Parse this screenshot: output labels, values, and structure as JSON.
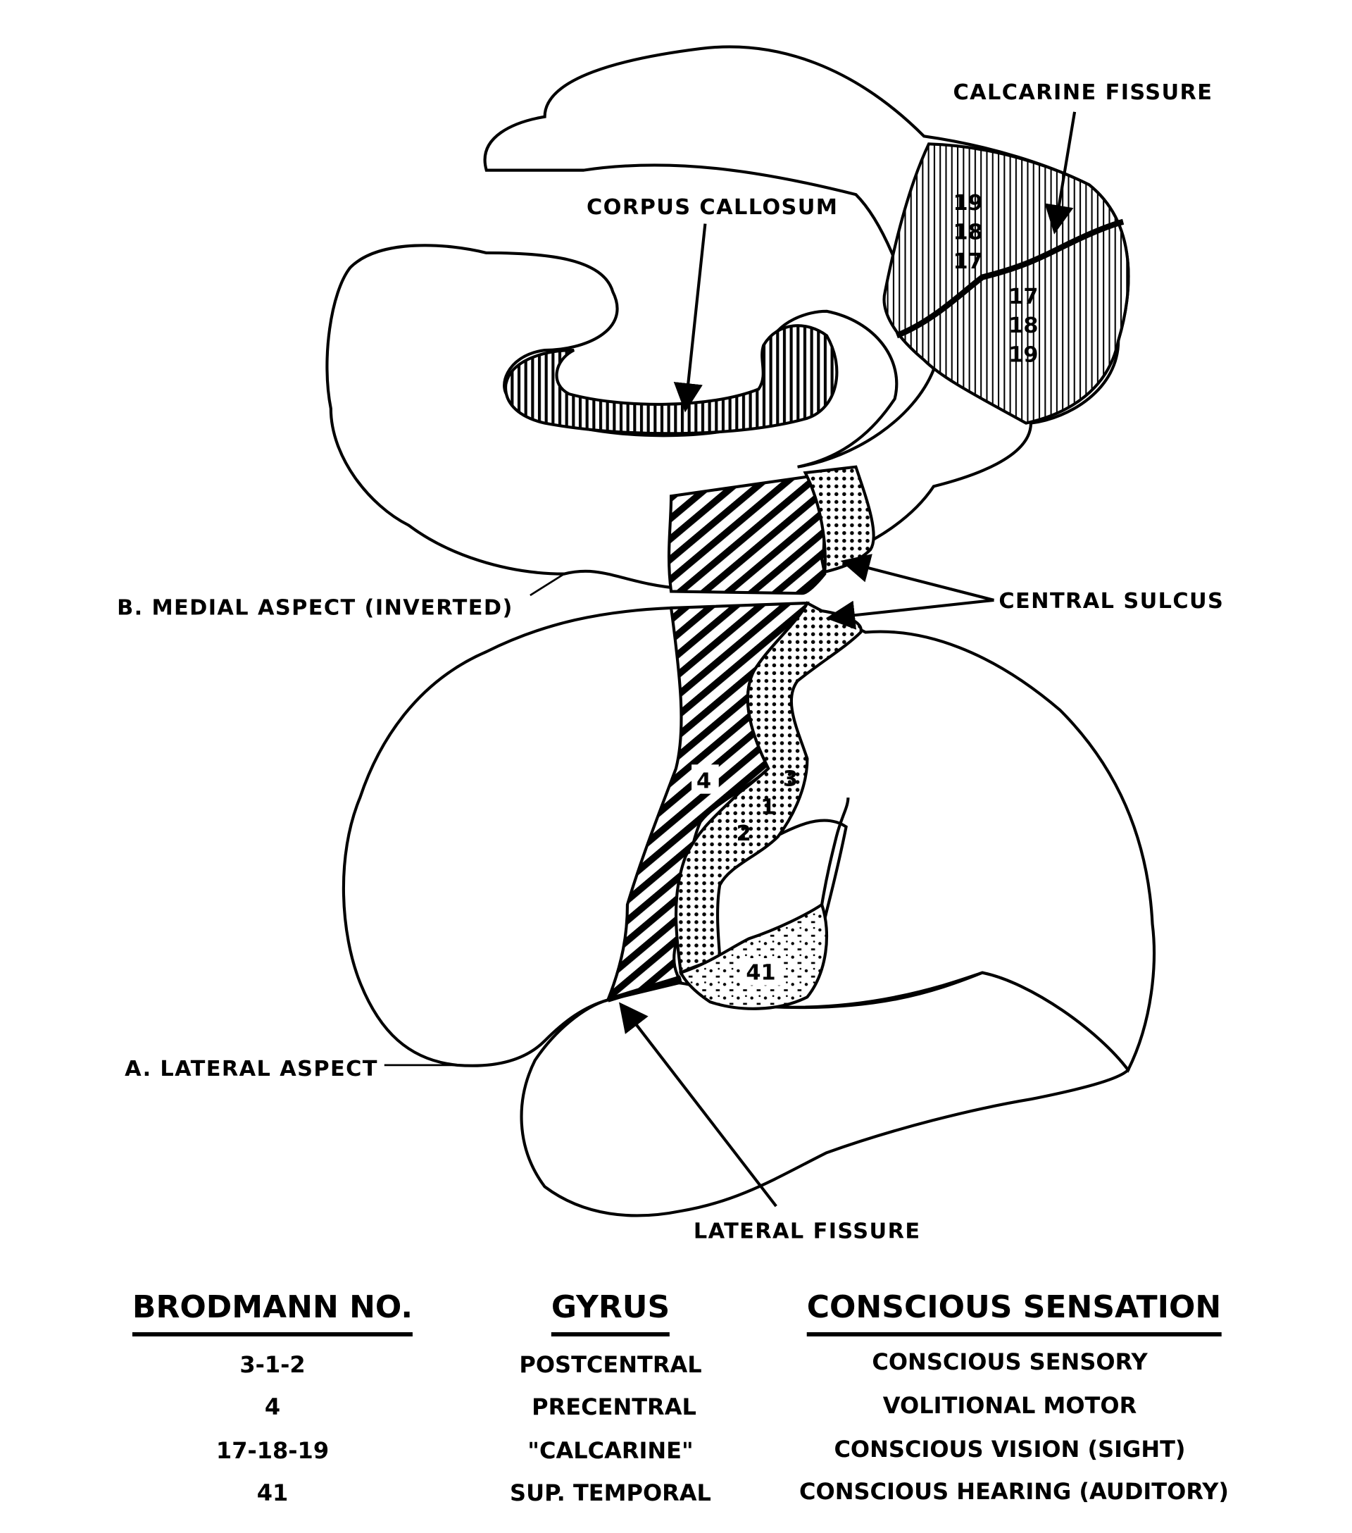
{
  "labels": {
    "calcarine_fissure": "CALCARINE FISSURE",
    "corpus_callosum": "CORPUS CALLOSUM",
    "medial_aspect": "B. MEDIAL ASPECT (INVERTED)",
    "central_sulcus": "CENTRAL SULCUS",
    "lateral_aspect": "A. LATERAL ASPECT",
    "lateral_fissure": "LATERAL FISSURE"
  },
  "area_numbers": {
    "medial_upper": [
      "19",
      "18",
      "17"
    ],
    "medial_lower": [
      "17",
      "18",
      "19"
    ],
    "area4": "4",
    "area3": "3",
    "area1": "1",
    "area2": "2",
    "area41": "41"
  },
  "table": {
    "headers": [
      "BRODMANN NO.",
      "GYRUS",
      "CONSCIOUS SENSATION"
    ],
    "rows": [
      [
        "3-1-2",
        "POSTCENTRAL",
        "CONSCIOUS SENSORY"
      ],
      [
        "4",
        "PRECENTRAL",
        "VOLITIONAL MOTOR"
      ],
      [
        "17-18-19",
        "\"CALCARINE\"",
        "CONSCIOUS VISION (SIGHT)"
      ],
      [
        "41",
        "SUP. TEMPORAL",
        "CONSCIOUS HEARING (AUDITORY)"
      ]
    ]
  }
}
